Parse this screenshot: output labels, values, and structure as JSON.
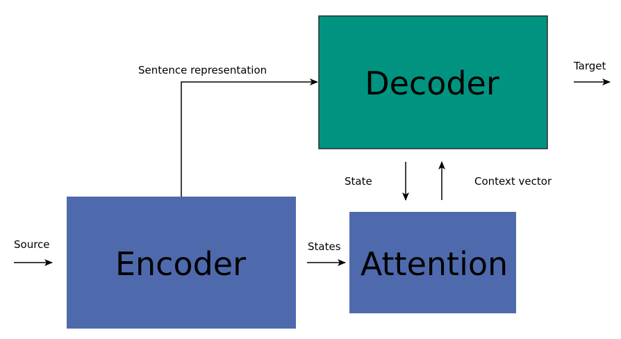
{
  "nodes": {
    "decoder": {
      "label": "Decoder",
      "fill": "#009480"
    },
    "encoder": {
      "label": "Encoder",
      "fill": "#4e6aad"
    },
    "attention": {
      "label": "Attention",
      "fill": "#4e6aad"
    }
  },
  "edge_labels": {
    "source": "Source",
    "target": "Target",
    "sentence_representation": "Sentence representation",
    "states": "States",
    "state": "State",
    "context_vector": "Context vector"
  },
  "colors": {
    "stroke": "#000000",
    "box_border": "#2b2b2b"
  }
}
